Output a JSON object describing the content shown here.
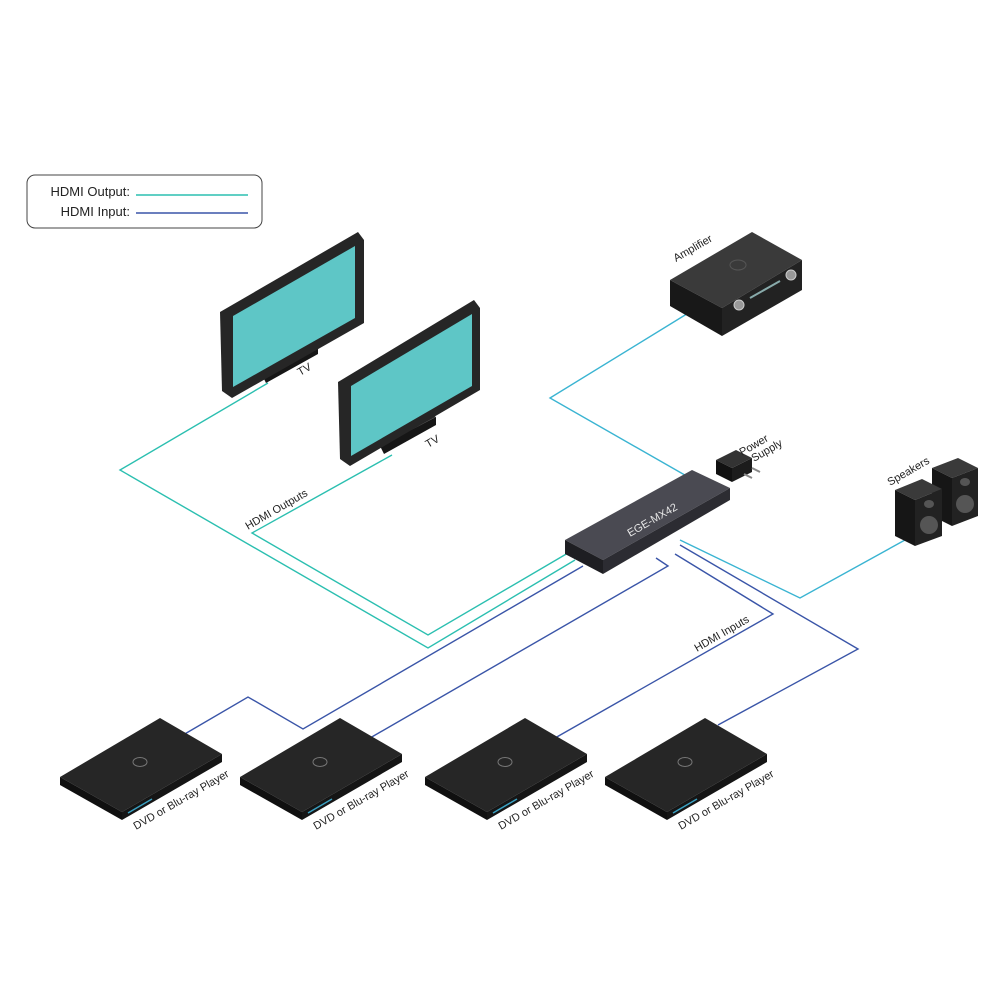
{
  "legend": {
    "output_label": "HDMI Output:",
    "input_label": "HDMI Input:"
  },
  "labels": {
    "tv_1": "TV",
    "tv_2": "TV",
    "amplifier": "Amplifier",
    "power_supply_line1": "Power",
    "power_supply_line2": "Supply",
    "switch": "EGE-MX42",
    "speakers": "Speakers",
    "hdmi_outputs": "HDMI Outputs",
    "hdmi_inputs": "HDMI Inputs",
    "player_1": "DVD or Blu-ray Player",
    "player_2": "DVD or Blu-ray Player",
    "player_3": "DVD or Blu-ray Player",
    "player_4": "DVD or Blu-ray Player"
  },
  "colors": {
    "hdmi_output": "#2bbfb0",
    "hdmi_input": "#3a55a8",
    "tv_screen": "#5ec6c6",
    "audio_line": "#3ab4d2"
  }
}
